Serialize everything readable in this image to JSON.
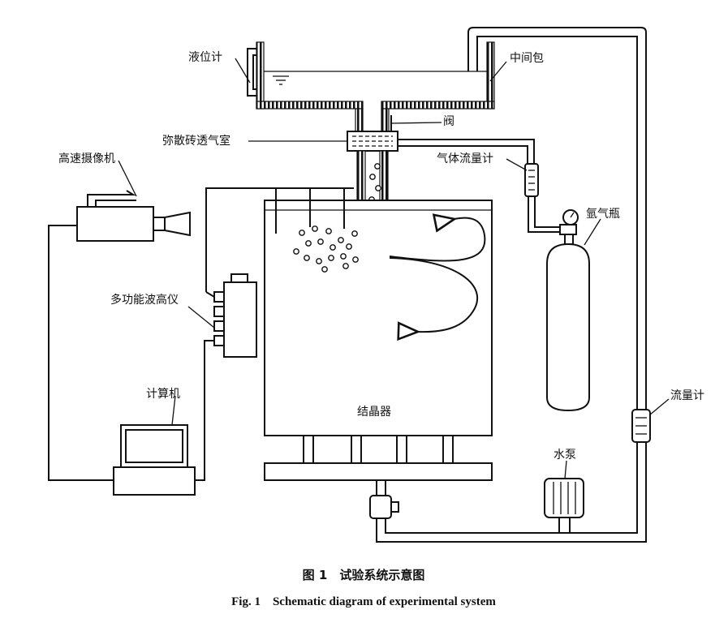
{
  "labels": {
    "level_meter": "液位计",
    "tundish": "中间包",
    "valve": "阀",
    "diffuser_brick_chamber": "弥散砖透气室",
    "gas_flowmeter": "气体流量计",
    "high_speed_camera": "高速摄像机",
    "argon_cylinder": "氩气瓶",
    "multi_wave_gauge": "多功能波高仪",
    "computer": "计算机",
    "mold": "结晶器",
    "flowmeter": "流量计",
    "water_pump": "水泵"
  },
  "caption": {
    "cn": "图 1　试验系统示意图",
    "en": "Fig. 1　Schematic diagram of experimental system"
  }
}
